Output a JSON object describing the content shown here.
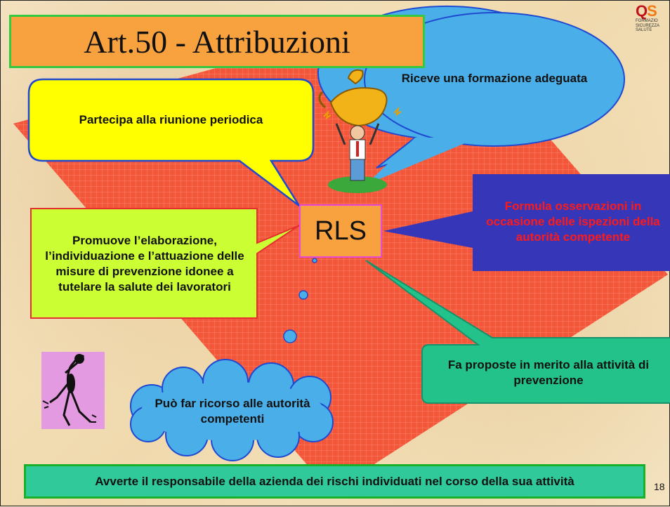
{
  "title": "Art.50 - Attribuzioni",
  "logo": {
    "mark_q": "Q",
    "mark_s": "S",
    "lines": [
      "FORMAZIO",
      "SICUREZZA",
      "SALUTE"
    ]
  },
  "center_label": "RLS",
  "bubbles": {
    "riunione": "Partecipa alla riunione periodica",
    "formazione": "Riceve una formazione adeguata",
    "osservazioni": "Formula osservazioni in occasione delle ispezioni della autorità competente",
    "promuove": "Promuove l’elaborazione, l’individuazione e l’attuazione delle misure di prevenzione idonee a tutelare la salute dei lavoratori",
    "proposte": "Fa proposte in merito alla attività di prevenzione",
    "ricorso": "Può far ricorso alle autorità competenti"
  },
  "footer": "Avverte il responsabile della azienda dei rischi individuati nel corso della sua attività",
  "page_number": "18",
  "colors": {
    "title_bg": "#f7a23f",
    "title_border": "#35c940",
    "diamond": "#f4563a",
    "yellow_bubble": "#ffff00",
    "blue_bubble": "#4aaee8",
    "navy_box": "#3636b8",
    "navy_text": "#ff1a1a",
    "green_bubble": "#22c28a",
    "lime_box": "#ccff33",
    "footer_bg": "#2fc99a",
    "dancer_bg": "#e39ae0"
  },
  "icons": [
    "trophy-figure-icon",
    "dancing-figure-icon",
    "qs-logo-icon"
  ]
}
